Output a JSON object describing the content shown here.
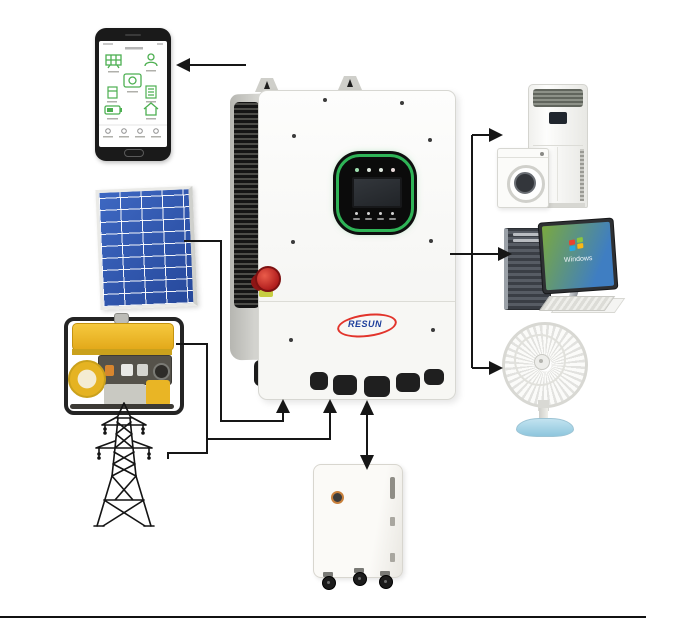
{
  "page": {
    "background": "#ffffff",
    "line_color": "#161616"
  },
  "inverter": {
    "brand_text": "RESUN",
    "brand_text_color": "#1d3e9b",
    "brand_swoosh_color": "#e2342b",
    "display_ring_color": "#2fb457",
    "estop_color": "#b01d1d",
    "body_color": "#f7f7f4"
  },
  "computer": {
    "screen_text": "Windows",
    "logo_colors": [
      "#e8432f",
      "#8cc63f",
      "#27a9e1",
      "#fdb813"
    ]
  },
  "palette": {
    "solar_blue": "#2e55a8",
    "generator_yellow": "#eeb822",
    "fan_base_blue": "#a5d8ea",
    "app_green": "#4caf50"
  },
  "nodes": [
    {
      "id": "phone-app"
    },
    {
      "id": "inverter"
    },
    {
      "id": "solar-panel"
    },
    {
      "id": "generator"
    },
    {
      "id": "grid-tower"
    },
    {
      "id": "battery"
    },
    {
      "id": "air-conditioner"
    },
    {
      "id": "washing-machine"
    },
    {
      "id": "computer"
    },
    {
      "id": "fan"
    }
  ],
  "connections": [
    {
      "from": "inverter",
      "to": "phone-app",
      "style": "arrow"
    },
    {
      "from": "solar-panel",
      "to": "inverter",
      "style": "arrow"
    },
    {
      "from": "generator",
      "to": "inverter",
      "style": "arrow"
    },
    {
      "from": "grid-tower",
      "to": "inverter",
      "style": "arrow"
    },
    {
      "from": "inverter",
      "to": "battery",
      "style": "double-arrow"
    },
    {
      "from": "inverter",
      "to": "air-conditioner",
      "style": "arrow"
    },
    {
      "from": "inverter",
      "to": "computer",
      "style": "arrow"
    },
    {
      "from": "inverter",
      "to": "fan",
      "style": "arrow"
    }
  ]
}
